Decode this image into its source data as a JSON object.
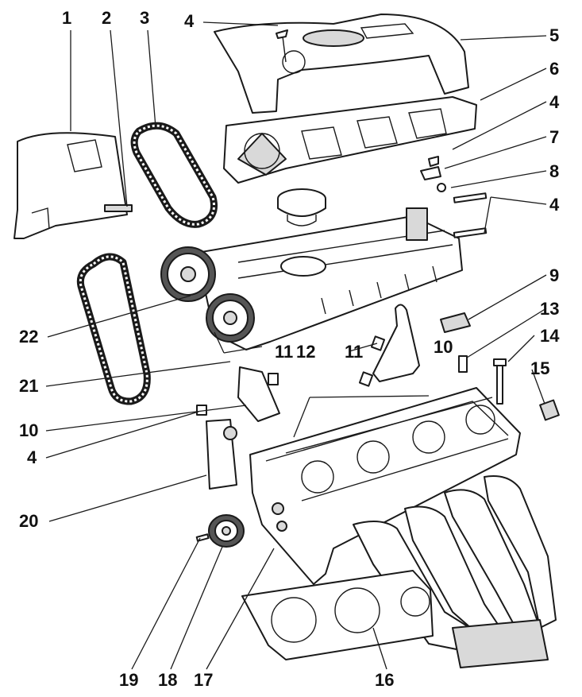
{
  "callouts": [
    {
      "id": "c1",
      "text": "1"
    },
    {
      "id": "c2",
      "text": "2"
    },
    {
      "id": "c3",
      "text": "3"
    },
    {
      "id": "c4a",
      "text": "4"
    },
    {
      "id": "c5",
      "text": "5"
    },
    {
      "id": "c6",
      "text": "6"
    },
    {
      "id": "c4b",
      "text": "4"
    },
    {
      "id": "c7",
      "text": "7"
    },
    {
      "id": "c8",
      "text": "8"
    },
    {
      "id": "c4c",
      "text": "4"
    },
    {
      "id": "c9",
      "text": "9"
    },
    {
      "id": "c13",
      "text": "13"
    },
    {
      "id": "c22",
      "text": "22"
    },
    {
      "id": "c11a",
      "text": "11"
    },
    {
      "id": "c10a",
      "text": "10"
    },
    {
      "id": "c14",
      "text": "14"
    },
    {
      "id": "c21",
      "text": "21"
    },
    {
      "id": "c11b",
      "text": "11"
    },
    {
      "id": "c12",
      "text": "12"
    },
    {
      "id": "c15",
      "text": "15"
    },
    {
      "id": "c10b",
      "text": "10"
    },
    {
      "id": "c4d",
      "text": "4"
    },
    {
      "id": "c20",
      "text": "20"
    },
    {
      "id": "c19",
      "text": "19"
    },
    {
      "id": "c18",
      "text": "18"
    },
    {
      "id": "c17",
      "text": "17"
    },
    {
      "id": "c16",
      "text": "16"
    }
  ]
}
